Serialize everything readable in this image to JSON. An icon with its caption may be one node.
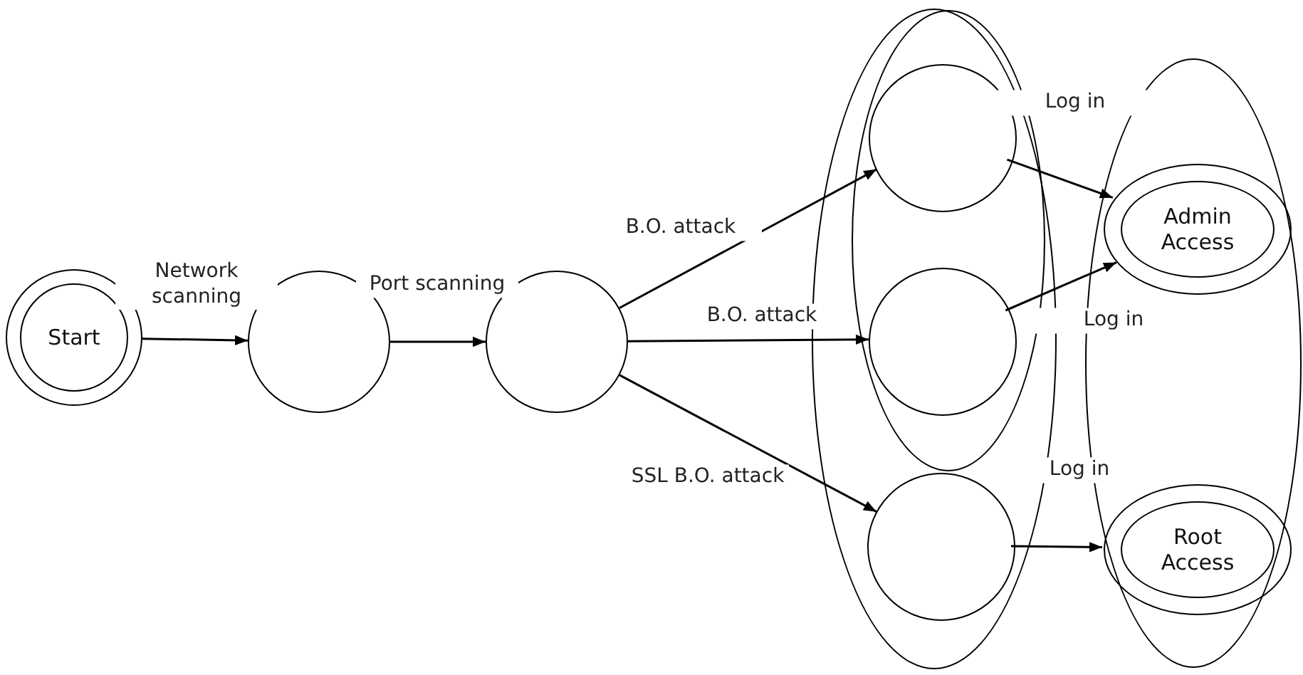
{
  "diagram": {
    "nodes": [
      {
        "text": [
          "Start"
        ]
      },
      {
        "text": [],
        "shape": "circle"
      },
      {
        "text": [],
        "shape": "circle"
      },
      {
        "text": [],
        "shape": "ellipse"
      },
      {
        "text": [],
        "shape": "ellipse",
        "in": 3
      },
      {
        "text": [],
        "shape": "circle",
        "in": 4
      },
      {
        "text": [],
        "shape": "circle",
        "in": 4
      },
      {
        "text": [],
        "shape": "circle",
        "in": 3
      },
      {
        "text": [],
        "shape": "ellipse"
      },
      {
        "text": [
          "Admin Access"
        ],
        "in": 8
      },
      {
        "text": [
          "Root Access"
        ],
        "in": 8
      }
    ],
    "edges": [
      {
        "from": 0,
        "to": 1,
        "arrow": "to",
        "label": "Network scanning"
      },
      {
        "from": 1,
        "to": 2,
        "arrow": "to",
        "label": "Port scanning"
      },
      {
        "from": 2,
        "to": 5,
        "arrow": "to",
        "label": "B.O. attack"
      },
      {
        "from": 2,
        "to": 6,
        "arrow": "to",
        "label": "B.O. attack"
      },
      {
        "from": 2,
        "to": 7,
        "arrow": "to",
        "label": "SSL B.O. attack"
      },
      {
        "from": 5,
        "to": 9,
        "arrow": "to",
        "label": "Log in"
      },
      {
        "from": 6,
        "to": 9,
        "arrow": "to",
        "label": "Log in"
      },
      {
        "from": 7,
        "to": 10,
        "arrow": "to",
        "label": "Log in"
      }
    ]
  }
}
